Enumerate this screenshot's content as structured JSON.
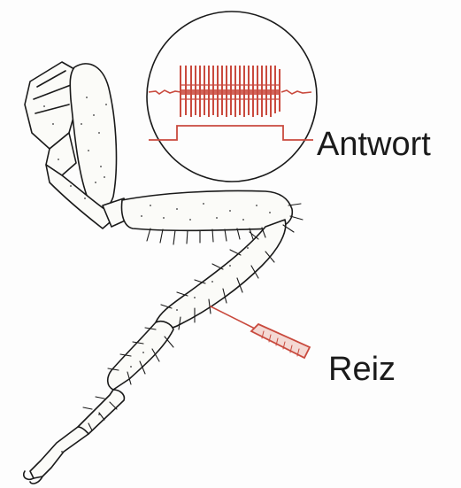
{
  "labels": {
    "response": "Antwort",
    "stimulus": "Reiz"
  },
  "colors": {
    "ink": "#1a1a1a",
    "signal": "#c94a3e",
    "background": "#fdfdfd"
  },
  "icons": {
    "leg": "insect-leg-drawing",
    "electrode": "stimulus-electrode",
    "oscilloscope": "spike-train-inset"
  }
}
